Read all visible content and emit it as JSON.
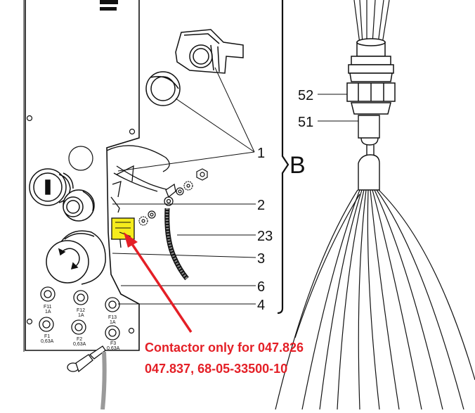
{
  "diagram": {
    "callouts": {
      "c1": "1",
      "c2": "2",
      "c23": "23",
      "c3": "3",
      "c6": "6",
      "c4": "4",
      "c52": "52",
      "c51": "51",
      "group": "B"
    },
    "fuses": {
      "f11_name": "F11",
      "f11_rating": "1A",
      "f12_name": "F12",
      "f12_rating": "1A",
      "f13_name": "F13",
      "f13_rating": "1A",
      "f1_name": "F1",
      "f1_rating": "0,63A",
      "f2_name": "F2",
      "f2_rating": "0,63A",
      "f3_name": "F3",
      "f3_rating": "0,63A"
    },
    "note": {
      "line1": "Contactor only for 047.826",
      "line2": "047.837, 68-05-33500-10"
    },
    "colors": {
      "highlight": "#f5ec1c",
      "note": "#e41f26",
      "outline": "#111111"
    }
  }
}
